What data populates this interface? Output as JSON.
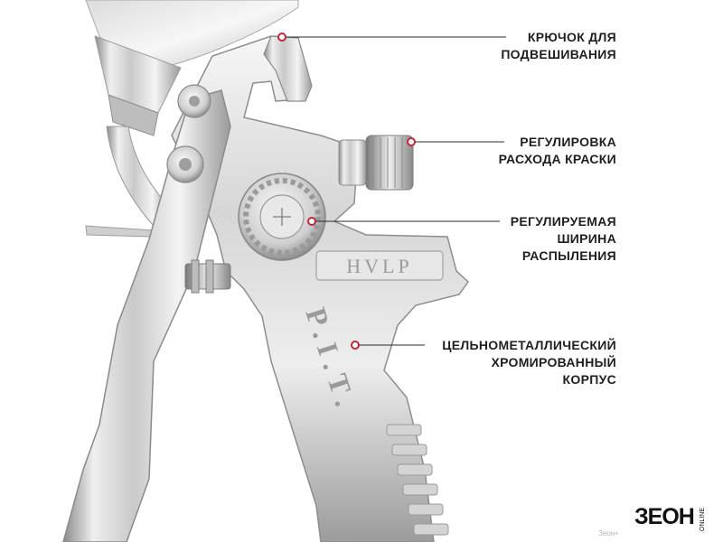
{
  "callouts": [
    {
      "lines": [
        "Крючок для",
        "подвешивания"
      ]
    },
    {
      "lines": [
        "Регулировка",
        "расхода краски"
      ]
    },
    {
      "lines": [
        "Регулируемая",
        "ширина",
        "распыления"
      ]
    },
    {
      "lines": [
        "Цельнометаллический",
        "хромированный",
        "корпус"
      ]
    }
  ],
  "product": {
    "engraving_body": "P.I.T.",
    "engraving_window": "HVLP"
  },
  "brand": {
    "logo_text": "ЗЕОН",
    "logo_suffix": ".ONLINE",
    "watermark": "Зеон+"
  },
  "colors": {
    "accent": "#c0283a",
    "text": "#1f1f1f",
    "chrome_light": "#f2f2f2",
    "chrome_mid": "#c8c8c8",
    "chrome_dark": "#7d7d7d"
  }
}
